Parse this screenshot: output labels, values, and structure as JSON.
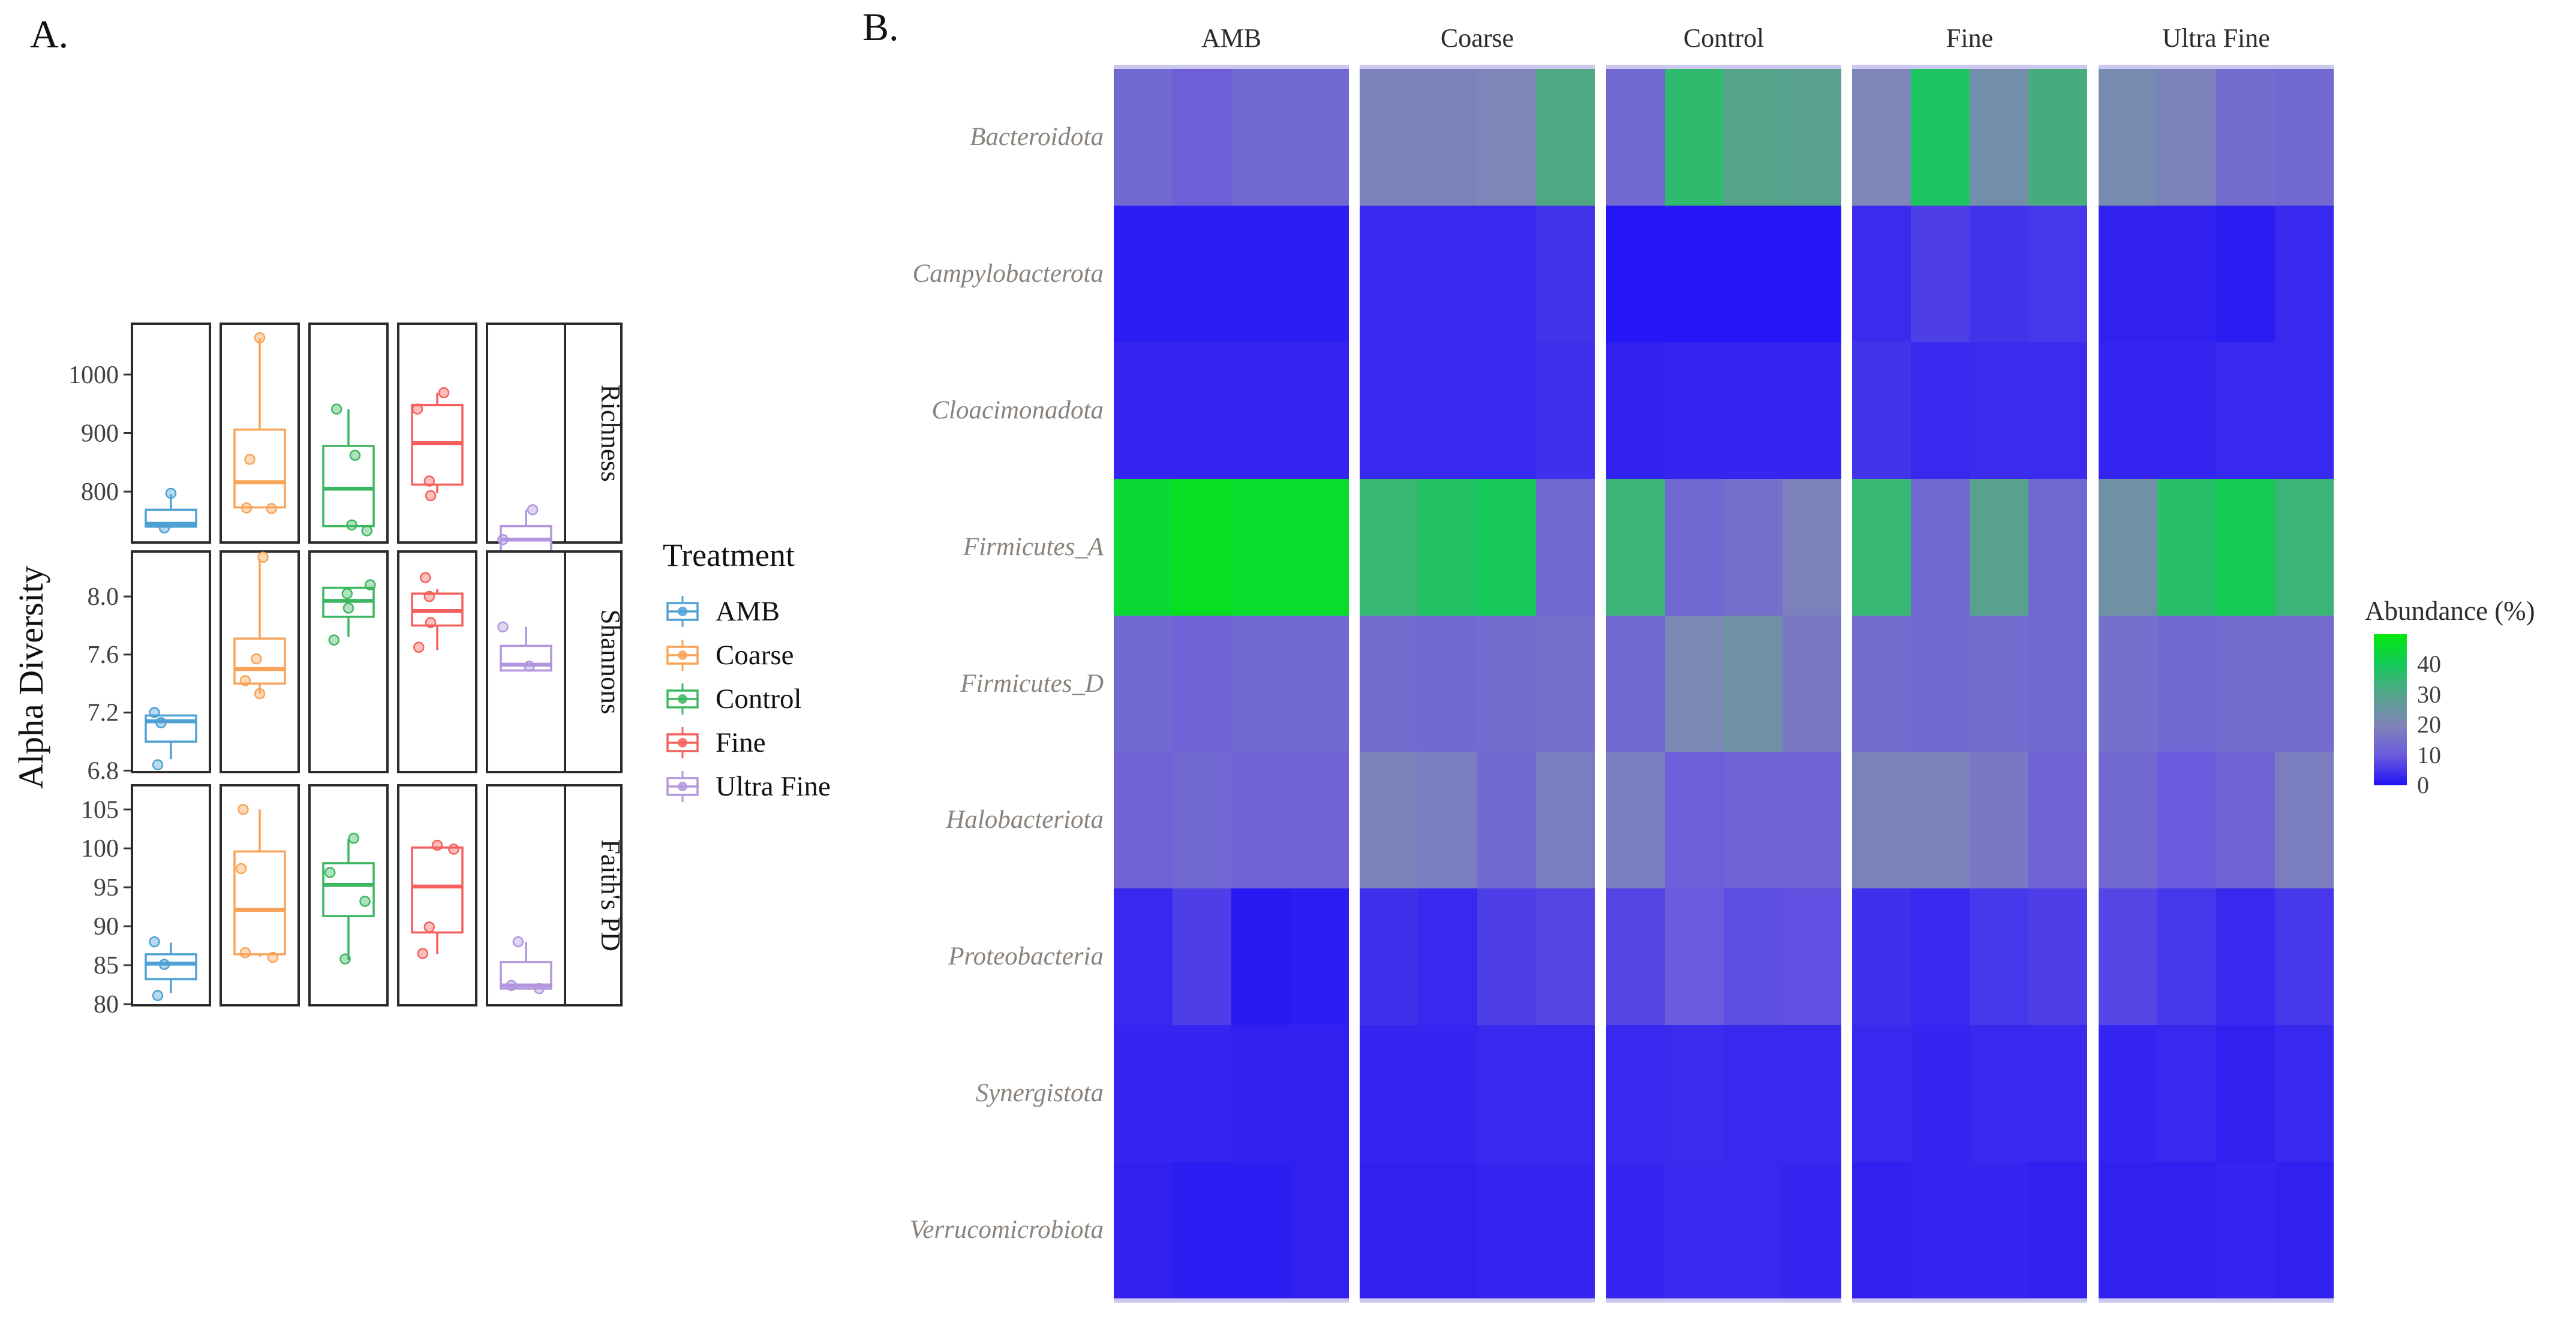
{
  "annotations": {
    "panel_a_label": "A.",
    "panel_b_label": "B."
  },
  "chart_data": [
    {
      "id": "alpha_diversity_boxplots",
      "type": "boxplot",
      "ylabel": "Alpha Diversity",
      "legend": {
        "title": "Treatment",
        "position": "right",
        "items": [
          {
            "label": "AMB",
            "color": "#4FA0D5"
          },
          {
            "label": "Coarse",
            "color": "#F9A357"
          },
          {
            "label": "Control",
            "color": "#3CB760"
          },
          {
            "label": "Fine",
            "color": "#F4605D"
          },
          {
            "label": "Ultra Fine",
            "color": "#B295DC"
          }
        ]
      },
      "facet_rows": [
        {
          "label": "Richness",
          "ticks": [
            800,
            900,
            1000
          ],
          "ylim": [
            713,
            1087
          ],
          "boxes": [
            {
              "treatment": "AMB",
              "q1": 740,
              "median": 745,
              "q3": 769,
              "whisker_low": 740,
              "whisker_high": 796,
              "points": [
                [
                  0.0,
                  797
                ],
                [
                  -0.1,
                  738
                ]
              ]
            },
            {
              "treatment": "Coarse",
              "q1": 773,
              "median": 816,
              "q3": 906,
              "whisker_low": 773,
              "whisker_high": 1062,
              "points": [
                [
                  0.0,
                  1063
                ],
                [
                  -0.15,
                  855
                ],
                [
                  -0.2,
                  772
                ],
                [
                  0.18,
                  771
                ]
              ]
            },
            {
              "treatment": "Control",
              "q1": 741,
              "median": 805,
              "q3": 878,
              "whisker_low": 741,
              "whisker_high": 941,
              "points": [
                [
                  -0.18,
                  941
                ],
                [
                  0.1,
                  862
                ],
                [
                  0.05,
                  743
                ],
                [
                  0.28,
                  733
                ]
              ]
            },
            {
              "treatment": "Fine",
              "q1": 812,
              "median": 883,
              "q3": 948,
              "whisker_low": 797,
              "whisker_high": 969,
              "points": [
                [
                  0.1,
                  969
                ],
                [
                  -0.3,
                  941
                ],
                [
                  -0.12,
                  818
                ],
                [
                  -0.1,
                  793
                ]
              ]
            },
            {
              "treatment": "Ultra Fine",
              "q1": 696,
              "median": 718,
              "q3": 741,
              "whisker_low": 676,
              "whisker_high": 769,
              "points": [
                [
                  0.1,
                  769
                ],
                [
                  -0.35,
                  718
                ],
                [
                  0.22,
                  676
                ]
              ]
            }
          ]
        },
        {
          "label": "Shannons",
          "ticks": [
            6.8,
            7.2,
            7.6,
            8.0
          ],
          "ylim": [
            6.79,
            8.31
          ],
          "boxes": [
            {
              "treatment": "AMB",
              "q1": 7.0,
              "median": 7.14,
              "q3": 7.18,
              "whisker_low": 6.88,
              "whisker_high": 7.18,
              "points": [
                [
                  -0.25,
                  7.2
                ],
                [
                  -0.15,
                  7.13
                ],
                [
                  -0.2,
                  6.84
                ]
              ]
            },
            {
              "treatment": "Coarse",
              "q1": 7.4,
              "median": 7.5,
              "q3": 7.71,
              "whisker_low": 7.33,
              "whisker_high": 8.26,
              "points": [
                [
                  0.05,
                  8.27
                ],
                [
                  -0.05,
                  7.57
                ],
                [
                  -0.22,
                  7.42
                ],
                [
                  0.0,
                  7.33
                ]
              ]
            },
            {
              "treatment": "Control",
              "q1": 7.86,
              "median": 7.97,
              "q3": 8.06,
              "whisker_low": 7.72,
              "whisker_high": 8.06,
              "points": [
                [
                  0.33,
                  8.08
                ],
                [
                  -0.02,
                  8.02
                ],
                [
                  0.0,
                  7.92
                ],
                [
                  -0.22,
                  7.7
                ]
              ]
            },
            {
              "treatment": "Fine",
              "q1": 7.8,
              "median": 7.9,
              "q3": 8.02,
              "whisker_low": 7.63,
              "whisker_high": 8.05,
              "points": [
                [
                  -0.18,
                  8.13
                ],
                [
                  -0.12,
                  8.0
                ],
                [
                  -0.1,
                  7.82
                ],
                [
                  -0.28,
                  7.65
                ]
              ]
            },
            {
              "treatment": "Ultra Fine",
              "q1": 7.49,
              "median": 7.53,
              "q3": 7.66,
              "whisker_low": 7.49,
              "whisker_high": 7.79,
              "points": [
                [
                  -0.35,
                  7.79
                ],
                [
                  0.05,
                  7.52
                ]
              ]
            }
          ]
        },
        {
          "label": "Faith's PD",
          "ticks": [
            80,
            85,
            90,
            95,
            100,
            105
          ],
          "ylim": [
            79.85,
            108.1
          ],
          "boxes": [
            {
              "treatment": "AMB",
              "q1": 83.2,
              "median": 85.2,
              "q3": 86.4,
              "whisker_low": 81.4,
              "whisker_high": 87.9,
              "points": [
                [
                  -0.25,
                  88
                ],
                [
                  -0.1,
                  85.1
                ],
                [
                  -0.2,
                  81.1
                ]
              ]
            },
            {
              "treatment": "Coarse",
              "q1": 86.4,
              "median": 92.1,
              "q3": 99.6,
              "whisker_low": 86.1,
              "whisker_high": 105,
              "points": [
                [
                  -0.25,
                  105
                ],
                [
                  -0.28,
                  97.4
                ],
                [
                  -0.22,
                  86.6
                ],
                [
                  0.2,
                  86.0
                ]
              ]
            },
            {
              "treatment": "Control",
              "q1": 91.3,
              "median": 95.3,
              "q3": 98.1,
              "whisker_low": 85.7,
              "whisker_high": 101.2,
              "points": [
                [
                  0.08,
                  101.3
                ],
                [
                  -0.28,
                  96.9
                ],
                [
                  0.25,
                  93.2
                ],
                [
                  -0.05,
                  85.8
                ]
              ]
            },
            {
              "treatment": "Fine",
              "q1": 89.2,
              "median": 95.1,
              "q3": 100.1,
              "whisker_low": 86.4,
              "whisker_high": 100.1,
              "points": [
                [
                  0.0,
                  100.4
                ],
                [
                  0.25,
                  99.9
                ],
                [
                  -0.12,
                  89.9
                ],
                [
                  -0.22,
                  86.5
                ]
              ]
            },
            {
              "treatment": "Ultra Fine",
              "q1": 82.0,
              "median": 82.4,
              "q3": 85.4,
              "whisker_low": 82.0,
              "whisker_high": 88,
              "points": [
                [
                  -0.12,
                  88
                ],
                [
                  -0.22,
                  82.4
                ],
                [
                  0.2,
                  82.0
                ]
              ]
            }
          ]
        }
      ]
    },
    {
      "id": "phylum_abundance_heatmap",
      "type": "heatmap",
      "columns": [
        "AMB",
        "Coarse",
        "Control",
        "Fine",
        "Ultra Fine"
      ],
      "samples_per_column": 4,
      "rows": [
        "Bacteroidota",
        "Campylobacterota",
        "Cloacimonadota",
        "Firmicutes_A",
        "Firmicutes_D",
        "Halobacteriota",
        "Proteobacteria",
        "Synergistota",
        "Verrucomicrobiota"
      ],
      "values_percent": [
        [
          [
            13,
            11,
            13,
            13
          ],
          [
            19,
            19,
            20,
            31
          ],
          [
            13,
            36,
            30,
            29
          ],
          [
            20,
            39,
            23,
            32
          ],
          [
            22,
            19,
            14,
            13
          ]
        ],
        [
          [
            1.5,
            1.5,
            1.5,
            1.5
          ],
          [
            3,
            3,
            3,
            4.5
          ],
          [
            0.4,
            0.4,
            0.4,
            0.4
          ],
          [
            3.5,
            6,
            4.5,
            5
          ],
          [
            2,
            2,
            1.5,
            3
          ]
        ],
        [
          [
            2.5,
            2.5,
            2.5,
            2.5
          ],
          [
            3,
            3,
            3,
            4
          ],
          [
            2,
            2.5,
            2.5,
            2.5
          ],
          [
            4.5,
            3,
            3.5,
            3.5
          ],
          [
            2.5,
            2.5,
            3,
            3
          ]
        ],
        [
          [
            45,
            47,
            46,
            46
          ],
          [
            35,
            38,
            40,
            13
          ],
          [
            34,
            13,
            15,
            19
          ],
          [
            35,
            13,
            29,
            13
          ],
          [
            24,
            37,
            41,
            34
          ]
        ],
        [
          [
            13,
            12,
            13,
            13
          ],
          [
            14,
            13,
            14,
            15
          ],
          [
            13,
            21,
            24,
            17
          ],
          [
            14,
            13,
            14,
            13
          ],
          [
            15,
            13,
            14,
            14
          ]
        ],
        [
          [
            12,
            13,
            12,
            12
          ],
          [
            19,
            18,
            13,
            18
          ],
          [
            18,
            11,
            12,
            12
          ],
          [
            19,
            19,
            17,
            12
          ],
          [
            13,
            10,
            12,
            18
          ]
        ],
        [
          [
            3,
            6,
            1,
            1.5
          ],
          [
            4,
            3,
            6,
            7
          ],
          [
            7,
            10,
            8,
            8.5
          ],
          [
            4,
            3,
            5,
            6
          ],
          [
            7,
            5,
            3,
            5
          ]
        ],
        [
          [
            2.5,
            2.5,
            2,
            2
          ],
          [
            2.5,
            2.5,
            3,
            3
          ],
          [
            3,
            3.5,
            3,
            3
          ],
          [
            3,
            2.5,
            3,
            3
          ],
          [
            2.5,
            3,
            2,
            3
          ]
        ],
        [
          [
            2,
            1.5,
            1.5,
            2
          ],
          [
            2,
            2,
            2.5,
            2.5
          ],
          [
            2.5,
            3,
            3,
            2.5
          ],
          [
            2,
            2.5,
            2.5,
            2
          ],
          [
            2,
            2,
            2.5,
            2
          ]
        ]
      ],
      "colorbar": {
        "title": "Abundance (%)",
        "ticks": [
          40,
          30,
          20,
          10,
          0
        ],
        "domain": [
          0,
          50
        ],
        "gradient_stops": [
          {
            "value": 0,
            "color": "#2113F6"
          },
          {
            "value": 10,
            "color": "#6C5BDD"
          },
          {
            "value": 20,
            "color": "#7E85B8"
          },
          {
            "value": 30,
            "color": "#55A48A"
          },
          {
            "value": 40,
            "color": "#16C95A"
          },
          {
            "value": 50,
            "color": "#00E80C"
          }
        ]
      }
    }
  ]
}
